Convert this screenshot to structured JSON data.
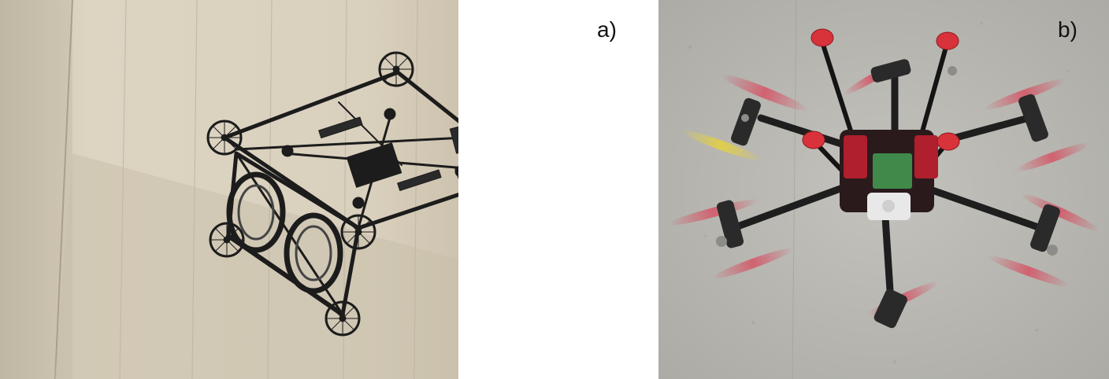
{
  "figure": {
    "panels": [
      {
        "label": "a)",
        "subject": "drone-with-wheels-on-wall"
      },
      {
        "label": "b)",
        "subject": "hexacopter-with-contact-arms"
      }
    ]
  },
  "colors": {
    "wall_a": "#d8cfbd",
    "wall_b": "#b9b8b2",
    "frame": "#1c1c1c",
    "rotor_blur_red": "#d9465a",
    "rotor_blur_yellow": "#e6d23a",
    "cap_red": "#d8323a",
    "board_green": "#3f8a4b"
  }
}
